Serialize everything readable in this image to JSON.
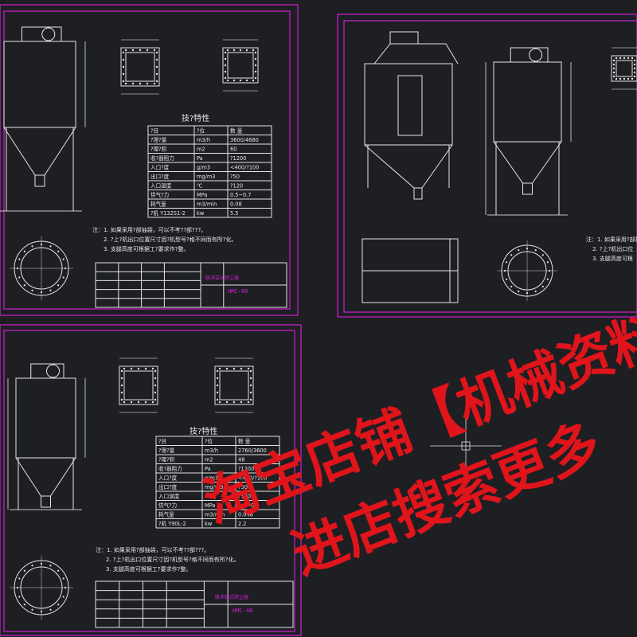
{
  "colors": {
    "background": "#1d1f23",
    "frame": "#d11fd1",
    "line": "#e6e6e6",
    "dimension": "#ffffff",
    "title_text": "#d11fd1",
    "watermark": "#e0141b"
  },
  "sheet_top_left": {
    "spec_title": "技?特性",
    "spec_rows": [
      [
        "?目",
        "?位",
        "数 量"
      ],
      [
        "?理?量",
        "m3/h",
        "3600/4680"
      ],
      [
        "?理?积",
        "m2",
        "60"
      ],
      [
        "收?器阻力",
        "Pa",
        "?1200"
      ],
      [
        "入口?度",
        "g/m3",
        "<400/?100"
      ],
      [
        "出口?度",
        "mg/m3",
        "?50"
      ],
      [
        "入口温度",
        "℃",
        "?120"
      ],
      [
        "供气?力",
        "MPa",
        "0.5~0.7"
      ],
      [
        "耗气量",
        "m3/min",
        "0.08"
      ],
      [
        "?机 Y132S1-2",
        "kw",
        "5.5"
      ]
    ],
    "notes": [
      "注：1. 如果采用?部抽袋，可以不考??部???。",
      "2. ?上?机出口位置尺寸因?机型号?格不同而有所?化。",
      "3. 支腿高度可根据工?要求作?整。"
    ],
    "title_name": "脉冲袋式除尘器",
    "drawing_no": "HMC-80"
  },
  "sheet_bottom_left": {
    "spec_title": "技?特性",
    "spec_rows": [
      [
        "?目",
        "?位",
        "数 量"
      ],
      [
        "?理?量",
        "m3/h",
        "2760/3600"
      ],
      [
        "?理?积",
        "m2",
        "48"
      ],
      [
        "收?器阻力",
        "Pa",
        "?1200"
      ],
      [
        "入口?度",
        "g/m3",
        "<400/?100"
      ],
      [
        "出口?度",
        "mg/m3",
        "?50"
      ],
      [
        "入口温度",
        "℃",
        "?120"
      ],
      [
        "供气?力",
        "MPa",
        "0.5~0.7"
      ],
      [
        "耗气量",
        "m3/min",
        "0.048"
      ],
      [
        "?机 Y90L-2",
        "kw",
        "2.2"
      ]
    ],
    "notes": [
      "注：1. 如果采用?部抽袋，可以不考??部???。",
      "2. ?上?机出口位置尺寸因?机型号?格不同而有所?化。",
      "3. 支腿高度可根据工?要求作?整。"
    ],
    "title_name": "脉冲袋式除尘器",
    "drawing_no": "HMC-48"
  },
  "sheet_right": {
    "notes": [
      "注：1. 如果采用?部抽",
      "2. ?上?机出口位",
      "3. 支腿高度可根"
    ]
  },
  "watermark": {
    "line1": "淘宝店铺【机械资料",
    "line2": "进店搜索更多"
  }
}
